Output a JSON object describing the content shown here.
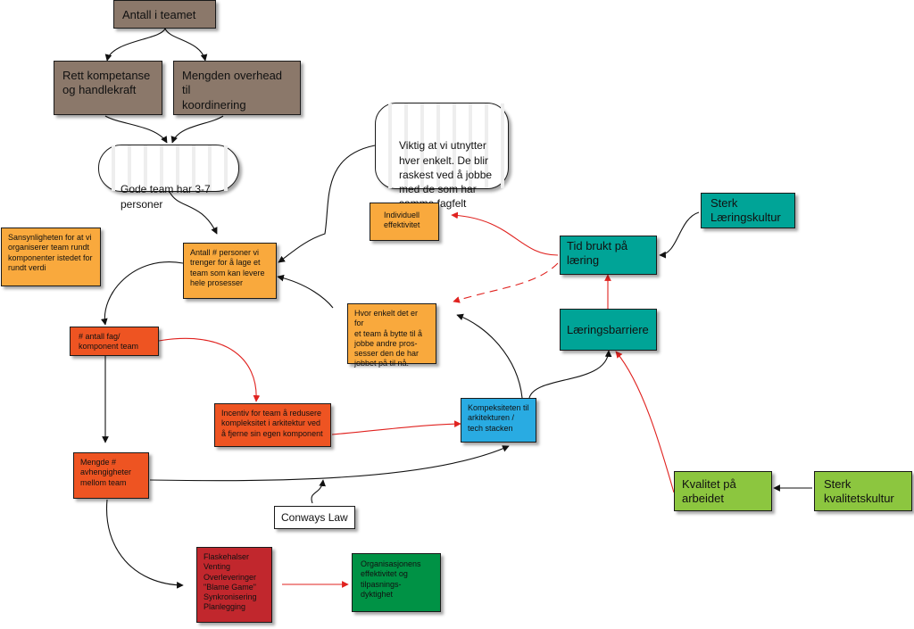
{
  "nodes": {
    "antall_i_teamet": "Antall i teamet",
    "rett_kompetanse": "Rett kompetanse\nog handlekraft",
    "mengden_overhead": "Mengden overhead til\nkoordinering",
    "gode_team": "Gode team har 3-7\npersoner",
    "viktig_utnytter": "Viktig at vi utnytter\nhver enkelt. De blir\nraskest ved å jobbe\nmed de som har\nsamme fagfelt",
    "individuell_effektivitet": "Individuell\neffektivitet",
    "sannsynligheten": "Sansynligheten for at vi\norganiserer team rundt\nkomponenter istedet for\nrundt verdi",
    "antall_personer": "Antall # personer vi\ntrenger for å lage et\nteam som kan levere\nhele prosesser",
    "hvor_enkelt": "Hvor enkelt det er for\net team å bytte til å\njobbe andre pros-\nsesser den de har\njobbet på til nå.",
    "antall_fag": "# antall fag/\nkomponent team",
    "incentiv": "Incentiv for team å redusere\nkompleksitet i arkitektur ved\nå fjerne sin egen komponent",
    "kompleksiteten": "Kompeksiteten til\narkitekturen /\ntech stacken",
    "mengde_avhengigheter": "Mengde #\navhengigheter\nmellom team",
    "conways_law": "Conways Law",
    "flaskehalser": "Flaskehalser\nVenting\nOverleveringer\n\"Blame Game\"\nSynkronisering\nPlanlegging",
    "organisasjonens": "Organisasjonens\neffektivitet og\ntilpasnings-\ndyktighet",
    "tid_brukt": "Tid brukt på\nlæring",
    "sterk_laeringskultur": "Sterk\nLæringskultur",
    "laeringsbarriere": "Læringsbarriere",
    "kvalitet_arbeidet": "Kvalitet på\narbeidet",
    "sterk_kvalitetskultur": "Sterk\nkvalitetskultur"
  },
  "colors": {
    "brown": "#8b786a",
    "orange": "#f9a93d",
    "red_orange": "#ee5422",
    "teal": "#00a497",
    "green": "#8cc63f",
    "blue": "#29abe2",
    "crimson": "#c1272d",
    "dark_green": "#009245",
    "arrow_black": "#111111",
    "arrow_red": "#e0221f"
  }
}
